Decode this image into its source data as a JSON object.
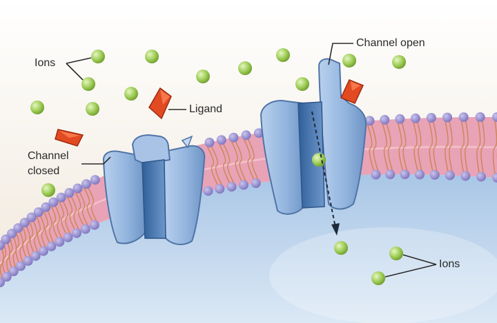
{
  "labels": {
    "ions_top": "Ions",
    "ligand": "Ligand",
    "channel_closed": "Channel closed",
    "channel_open": "Channel open",
    "ions_bottom": "Ions"
  },
  "colors": {
    "ion": "#9ccc55",
    "ligand": "#d6391b",
    "channel_protein": "#92b4dc",
    "channel_pore": "#5a86b8",
    "membrane_core": "#e8a0b4",
    "phospholipid_head": "#8f86c9",
    "cytoplasm": "#bcd4ec",
    "extracellular": "#f4efe6"
  },
  "icons": [
    "ion-particle",
    "ligand-diamond",
    "channel-protein",
    "lipid-bilayer",
    "arrow-down"
  ]
}
